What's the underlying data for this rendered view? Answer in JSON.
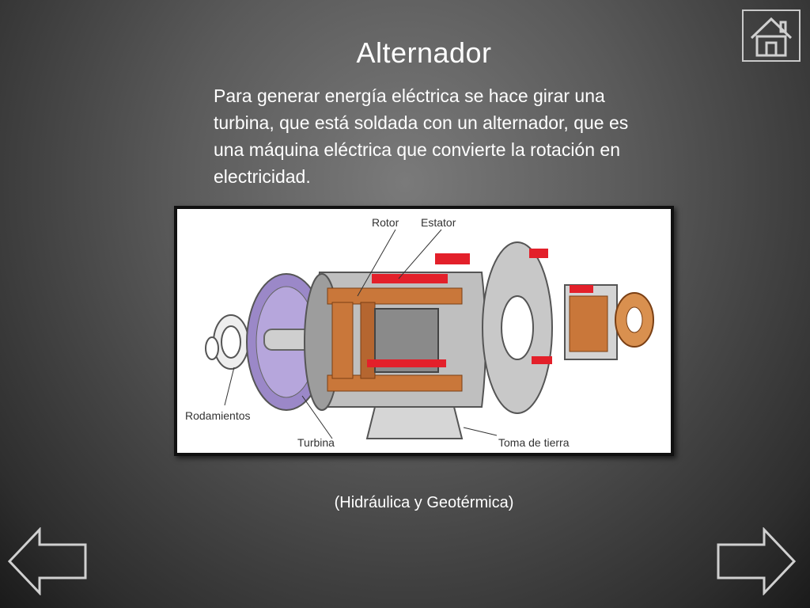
{
  "slide": {
    "title": "Alternador",
    "body": "Para generar energía eléctrica se hace girar una turbina, que está soldada con un alternador, que es una máquina eléctrica que convierte la rotación en electricidad.",
    "caption": "(Hidráulica y Geotérmica)"
  },
  "figure": {
    "labels": {
      "rotor": "Rotor",
      "estator": "Estator",
      "rodamientos": "Rodamientos",
      "turbina": "Turbina",
      "toma_de_tierra": "Toma de tierra"
    }
  },
  "navigation": {
    "home_icon": "home-icon",
    "prev_icon": "arrow-left-icon",
    "next_icon": "arrow-right-icon"
  },
  "colors": {
    "accent_red": "#e3202a",
    "copper": "#c9773a",
    "turbine_purple": "#9b88c8"
  }
}
